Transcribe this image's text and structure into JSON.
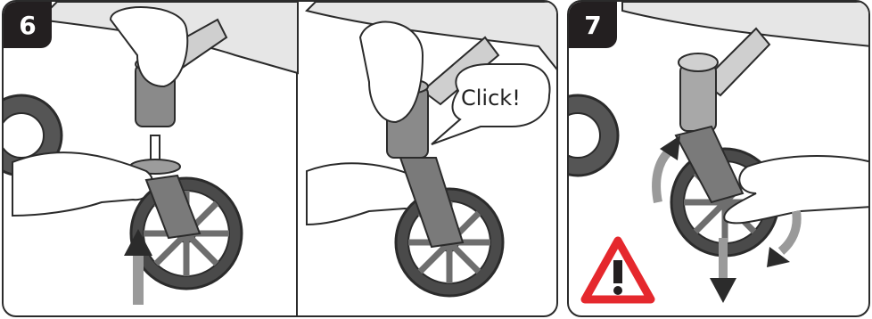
{
  "steps": [
    {
      "number": "6"
    },
    {
      "number": "7"
    }
  ],
  "speech_bubble": {
    "text": "Click!"
  },
  "colors": {
    "outline": "#2b2b2b",
    "badge_bg": "#231f20",
    "badge_text": "#ffffff",
    "gray_fill": "#d9d9d9",
    "dark_gray": "#6e6e6e",
    "warning_red": "#e5282d",
    "arrow_gray": "#9a9a9a"
  },
  "icons": [
    "up-arrow-icon",
    "rotate-up-arrow-icon",
    "rotate-down-arrow-icon",
    "down-arrow-icon",
    "warning-triangle-icon"
  ]
}
